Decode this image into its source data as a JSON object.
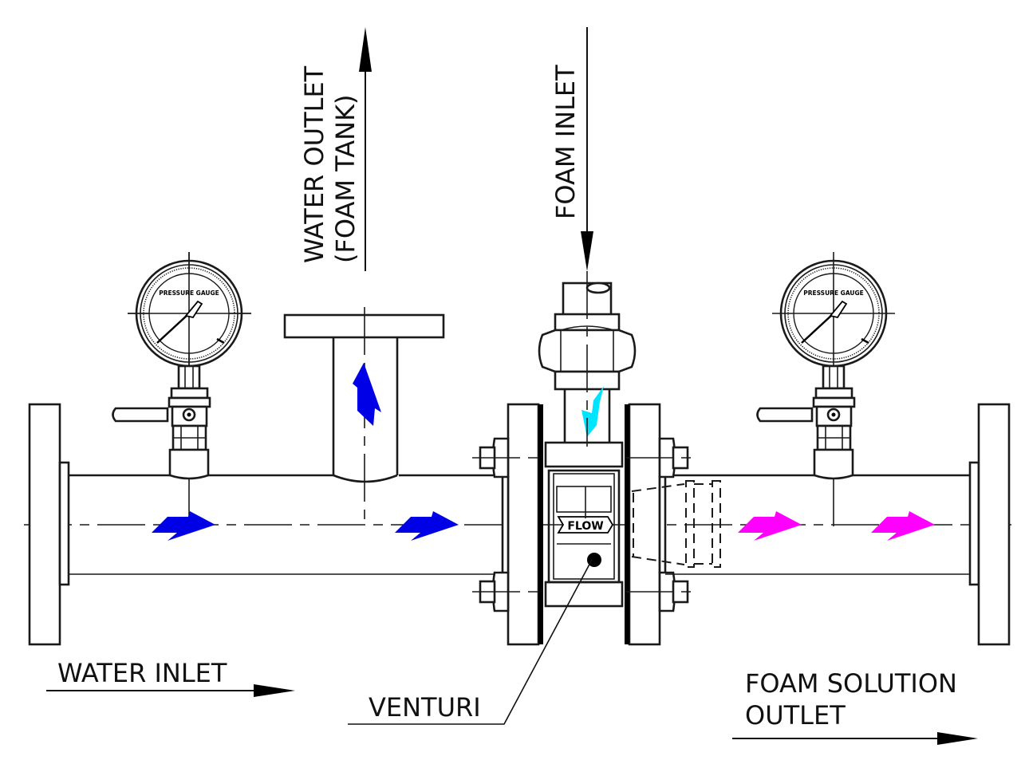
{
  "diagram": {
    "title": "Foam proportioner venturi piping arrangement",
    "labels": {
      "water_inlet": "WATER INLET",
      "water_outlet_line1": "WATER OUTLET",
      "water_outlet_line2": "(FOAM TANK)",
      "foam_inlet": "FOAM INLET",
      "venturi": "VENTURI",
      "foam_solution_line1": "FOAM SOLUTION",
      "foam_solution_line2": "OUTLET",
      "flow_tag": "FLOW"
    },
    "gauges": [
      {
        "label": "PRESSURE GAUGE",
        "position": "upstream"
      },
      {
        "label": "PRESSURE GAUGE",
        "position": "downstream"
      }
    ],
    "flow_arrows": {
      "water_color": "#0000e6",
      "foam_concentrate_color": "#00e5ff",
      "foam_solution_color": "#ff00ff"
    }
  }
}
